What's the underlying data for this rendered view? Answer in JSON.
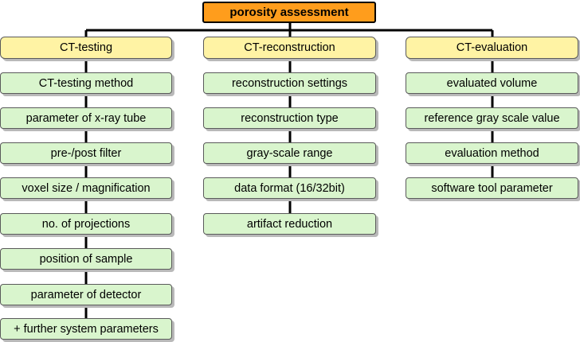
{
  "diagram": {
    "root": {
      "label": "porosity assessment",
      "color": "#ff9d1c"
    },
    "category_color": "#fff3a4",
    "item_color": "#d9f5cd",
    "columns": [
      {
        "label": "CT-testing",
        "items": [
          "CT-testing method",
          "parameter of x-ray tube",
          "pre-/post filter",
          "voxel size / magnification",
          "no. of  projections",
          "position of sample",
          "parameter of detector",
          "+ further system parameters"
        ]
      },
      {
        "label": "CT-reconstruction",
        "items": [
          "reconstruction settings",
          "reconstruction type",
          "gray-scale range",
          "data format (16/32bit)",
          "artifact reduction"
        ]
      },
      {
        "label": "CT-evaluation",
        "items": [
          "evaluated volume",
          "reference gray scale value",
          "evaluation method",
          "software tool parameter"
        ]
      }
    ]
  }
}
